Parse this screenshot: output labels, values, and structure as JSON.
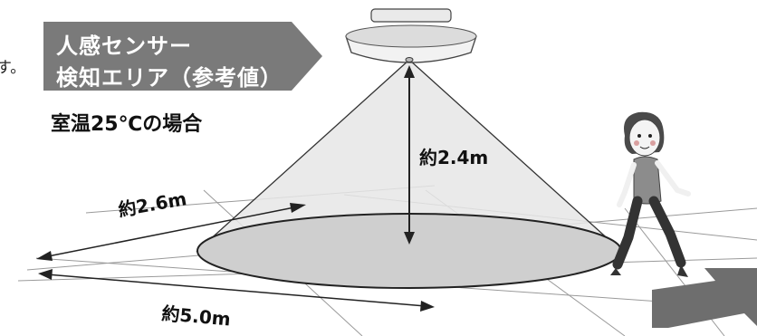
{
  "edge_text": "す。",
  "banner": {
    "line1": "人感センサー",
    "line2": "検知エリア（参考値）"
  },
  "condition": "室温25℃の場合",
  "dimensions": {
    "height": "約2.4m",
    "width": "約2.6m",
    "depth": "約5.0m"
  },
  "colors": {
    "banner_bg": "#7a7a7a",
    "cone_fill": "#e6e6e6",
    "floor_ellipse": "#cfcfcf",
    "arrow_gray": "#6e6e6e",
    "shirt": "#8c8c8c"
  },
  "icons": [
    "ceiling-light-icon",
    "person-walking-icon",
    "direction-arrow-icon"
  ]
}
